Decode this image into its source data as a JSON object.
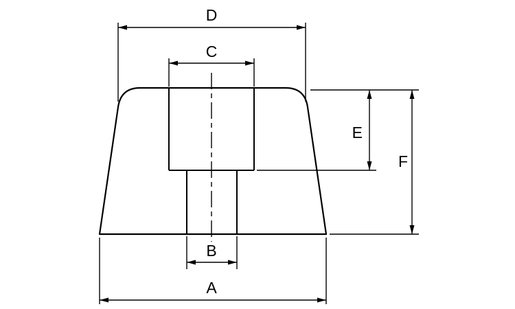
{
  "diagram": {
    "type": "technical-dimension-drawing",
    "labels": {
      "A": "A",
      "B": "B",
      "C": "C",
      "D": "D",
      "E": "E",
      "F": "F"
    },
    "colors": {
      "line": "#000000",
      "background": "#ffffff"
    }
  }
}
